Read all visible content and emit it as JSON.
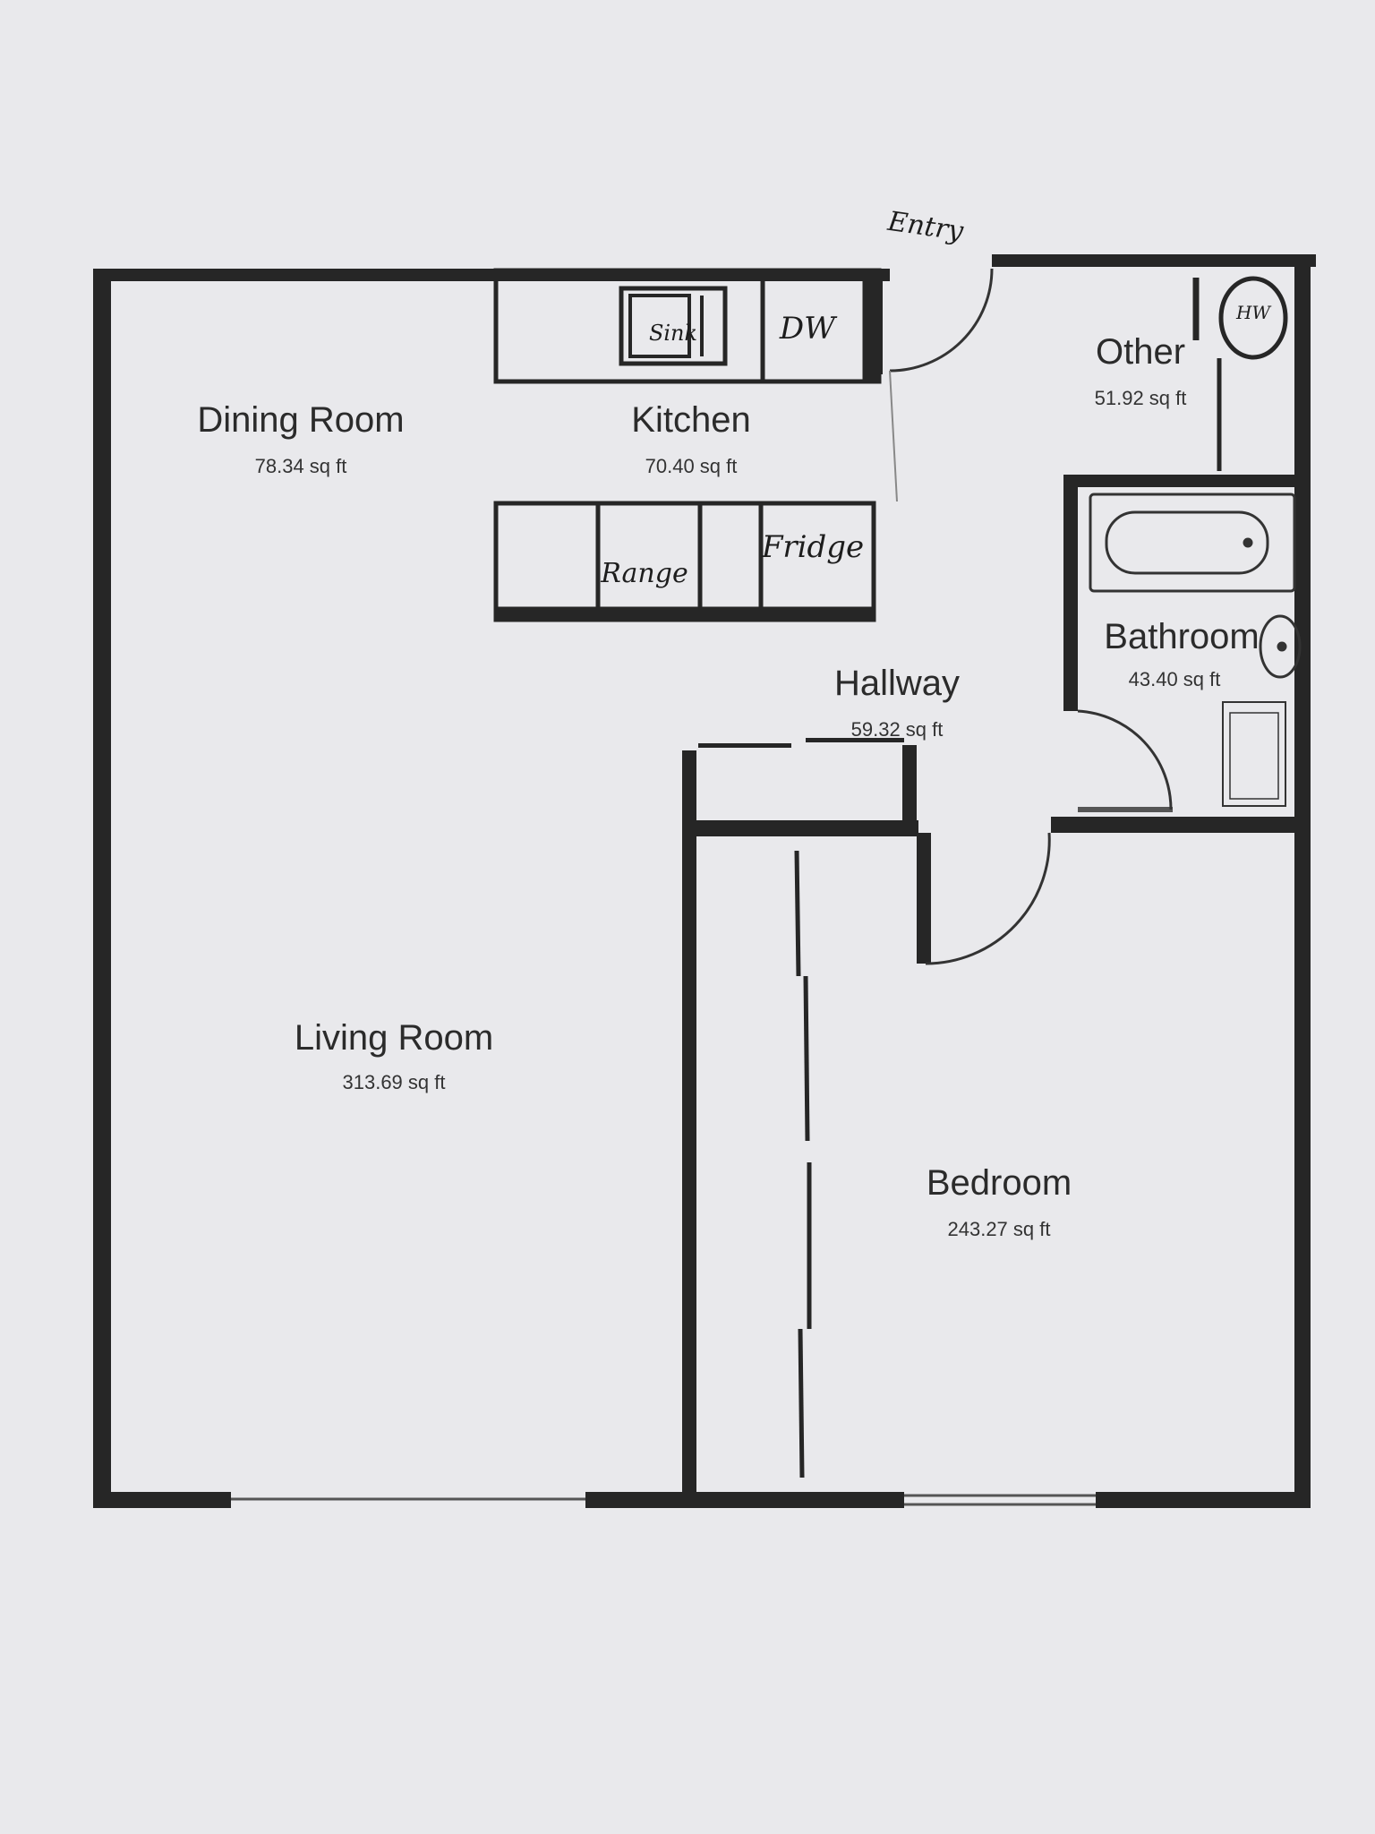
{
  "floor_plan": {
    "entry_label": "Entry",
    "rooms": {
      "dining": {
        "name": "Dining Room",
        "area": "78.34 sq ft"
      },
      "kitchen": {
        "name": "Kitchen",
        "area": "70.40 sq ft"
      },
      "other": {
        "name": "Other",
        "area": "51.92 sq ft"
      },
      "bathroom": {
        "name": "Bathroom",
        "area": "43.40 sq ft"
      },
      "hallway": {
        "name": "Hallway",
        "area": "59.32 sq ft"
      },
      "living": {
        "name": "Living Room",
        "area": "313.69 sq ft"
      },
      "bedroom": {
        "name": "Bedroom",
        "area": "243.27 sq ft"
      }
    },
    "fixtures": {
      "sink": "Sink",
      "dishwasher": "DW",
      "range": "Range",
      "fridge": "Fridge",
      "water_heater": "HW"
    }
  }
}
